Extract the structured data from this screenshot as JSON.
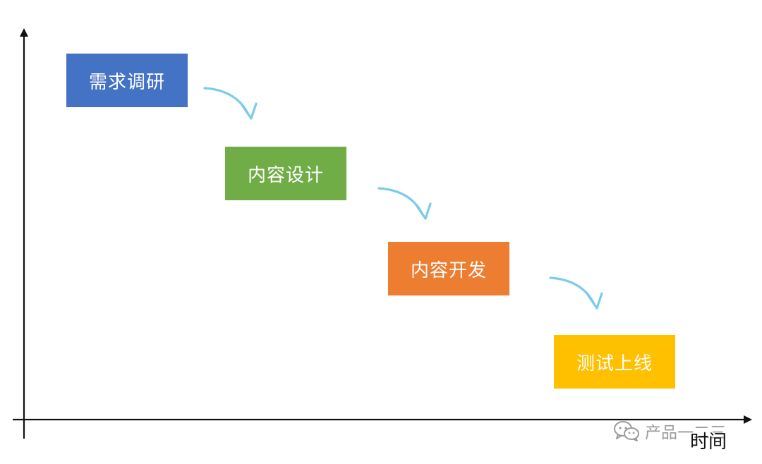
{
  "diagram": {
    "steps": [
      {
        "label": "需求调研",
        "color": "#4472C4"
      },
      {
        "label": "内容设计",
        "color": "#70AD47"
      },
      {
        "label": "内容开发",
        "color": "#ED7D31"
      },
      {
        "label": "测试上线",
        "color": "#FFC000"
      }
    ],
    "x_axis_label": "时间",
    "arrow_color": "#7DCBEA"
  },
  "watermark": {
    "text": "产品一二三",
    "icon": "wechat-icon"
  }
}
